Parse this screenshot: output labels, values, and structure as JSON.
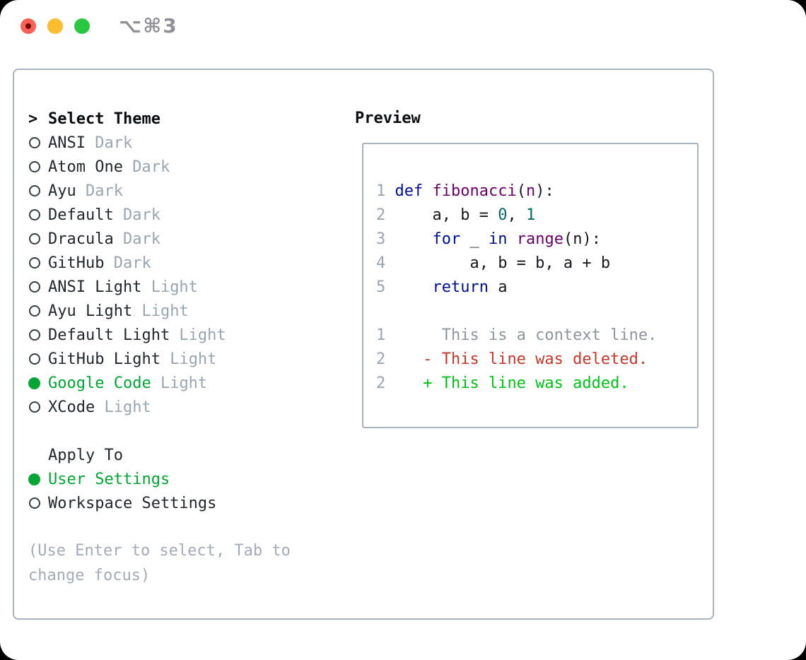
{
  "window": {
    "title": "⌥⌘3",
    "traffic_lights": {
      "close": "red",
      "minimize": "yellow",
      "zoom": "green"
    }
  },
  "colors": {
    "selected_green": "#00a535",
    "text_dark": "#23262c",
    "text_black": "#0b0d10",
    "muted_gray": "#9aa5b1",
    "help_gray": "#a3abb6",
    "border_gray": "#a9b2bf",
    "syntax_keyword": "#000e8f",
    "syntax_function": "#660066",
    "syntax_number": "#006666",
    "syntax_plain": "#16181d",
    "line_number": "#9aa5b1",
    "diff_context": "#8d959e",
    "diff_deleted": "#c0392b",
    "diff_added": "#00bf18",
    "traffic_red": "#ff5f57",
    "traffic_yellow": "#febc2e",
    "traffic_green": "#2ac840"
  },
  "theme_panel": {
    "prompt": ">",
    "title": "Select Theme",
    "themes": [
      {
        "name": "ANSI",
        "variant": "Dark",
        "selected": false
      },
      {
        "name": "Atom One",
        "variant": "Dark",
        "selected": false
      },
      {
        "name": "Ayu",
        "variant": "Dark",
        "selected": false
      },
      {
        "name": "Default",
        "variant": "Dark",
        "selected": false
      },
      {
        "name": "Dracula",
        "variant": "Dark",
        "selected": false
      },
      {
        "name": "GitHub",
        "variant": "Dark",
        "selected": false
      },
      {
        "name": "ANSI Light",
        "variant": "Light",
        "selected": false
      },
      {
        "name": "Ayu Light",
        "variant": "Light",
        "selected": false
      },
      {
        "name": "Default Light",
        "variant": "Light",
        "selected": false
      },
      {
        "name": "GitHub Light",
        "variant": "Light",
        "selected": false
      },
      {
        "name": "Google Code",
        "variant": "Light",
        "selected": true
      },
      {
        "name": "XCode",
        "variant": "Light",
        "selected": false
      }
    ],
    "apply_to": {
      "title": "Apply To",
      "options": [
        {
          "label": "User Settings",
          "selected": true
        },
        {
          "label": "Workspace Settings",
          "selected": false
        }
      ]
    },
    "help": "(Use Enter to select, Tab to change focus)"
  },
  "preview": {
    "title": "Preview",
    "code_lines": [
      [
        {
          "t": "1 ",
          "c": "ln"
        },
        {
          "t": "def",
          "c": "kw"
        },
        {
          "t": " ",
          "c": "pl"
        },
        {
          "t": "fibonacci",
          "c": "fn"
        },
        {
          "t": "(",
          "c": "pl"
        },
        {
          "t": "n",
          "c": "fn"
        },
        {
          "t": "):",
          "c": "pl"
        }
      ],
      [
        {
          "t": "2 ",
          "c": "ln"
        },
        {
          "t": "    a, b = ",
          "c": "pl"
        },
        {
          "t": "0",
          "c": "num"
        },
        {
          "t": ", ",
          "c": "pl"
        },
        {
          "t": "1",
          "c": "num"
        }
      ],
      [
        {
          "t": "3 ",
          "c": "ln"
        },
        {
          "t": "    ",
          "c": "pl"
        },
        {
          "t": "for",
          "c": "kw"
        },
        {
          "t": " _ ",
          "c": "pl"
        },
        {
          "t": "in",
          "c": "kw"
        },
        {
          "t": " ",
          "c": "pl"
        },
        {
          "t": "range",
          "c": "fn"
        },
        {
          "t": "(n):",
          "c": "pl"
        }
      ],
      [
        {
          "t": "4 ",
          "c": "ln"
        },
        {
          "t": "        a, b = b, a + b",
          "c": "pl"
        }
      ],
      [
        {
          "t": "5 ",
          "c": "ln"
        },
        {
          "t": "    ",
          "c": "pl"
        },
        {
          "t": "return",
          "c": "kw"
        },
        {
          "t": " a",
          "c": "pl"
        }
      ],
      [],
      [
        {
          "t": "1 ",
          "c": "ln"
        },
        {
          "t": "     This is a context line.",
          "c": "ctx"
        }
      ],
      [
        {
          "t": "2 ",
          "c": "ln"
        },
        {
          "t": "   - This line was deleted.",
          "c": "del"
        }
      ],
      [
        {
          "t": "2 ",
          "c": "ln"
        },
        {
          "t": "   + This line was added.",
          "c": "add"
        }
      ]
    ]
  }
}
